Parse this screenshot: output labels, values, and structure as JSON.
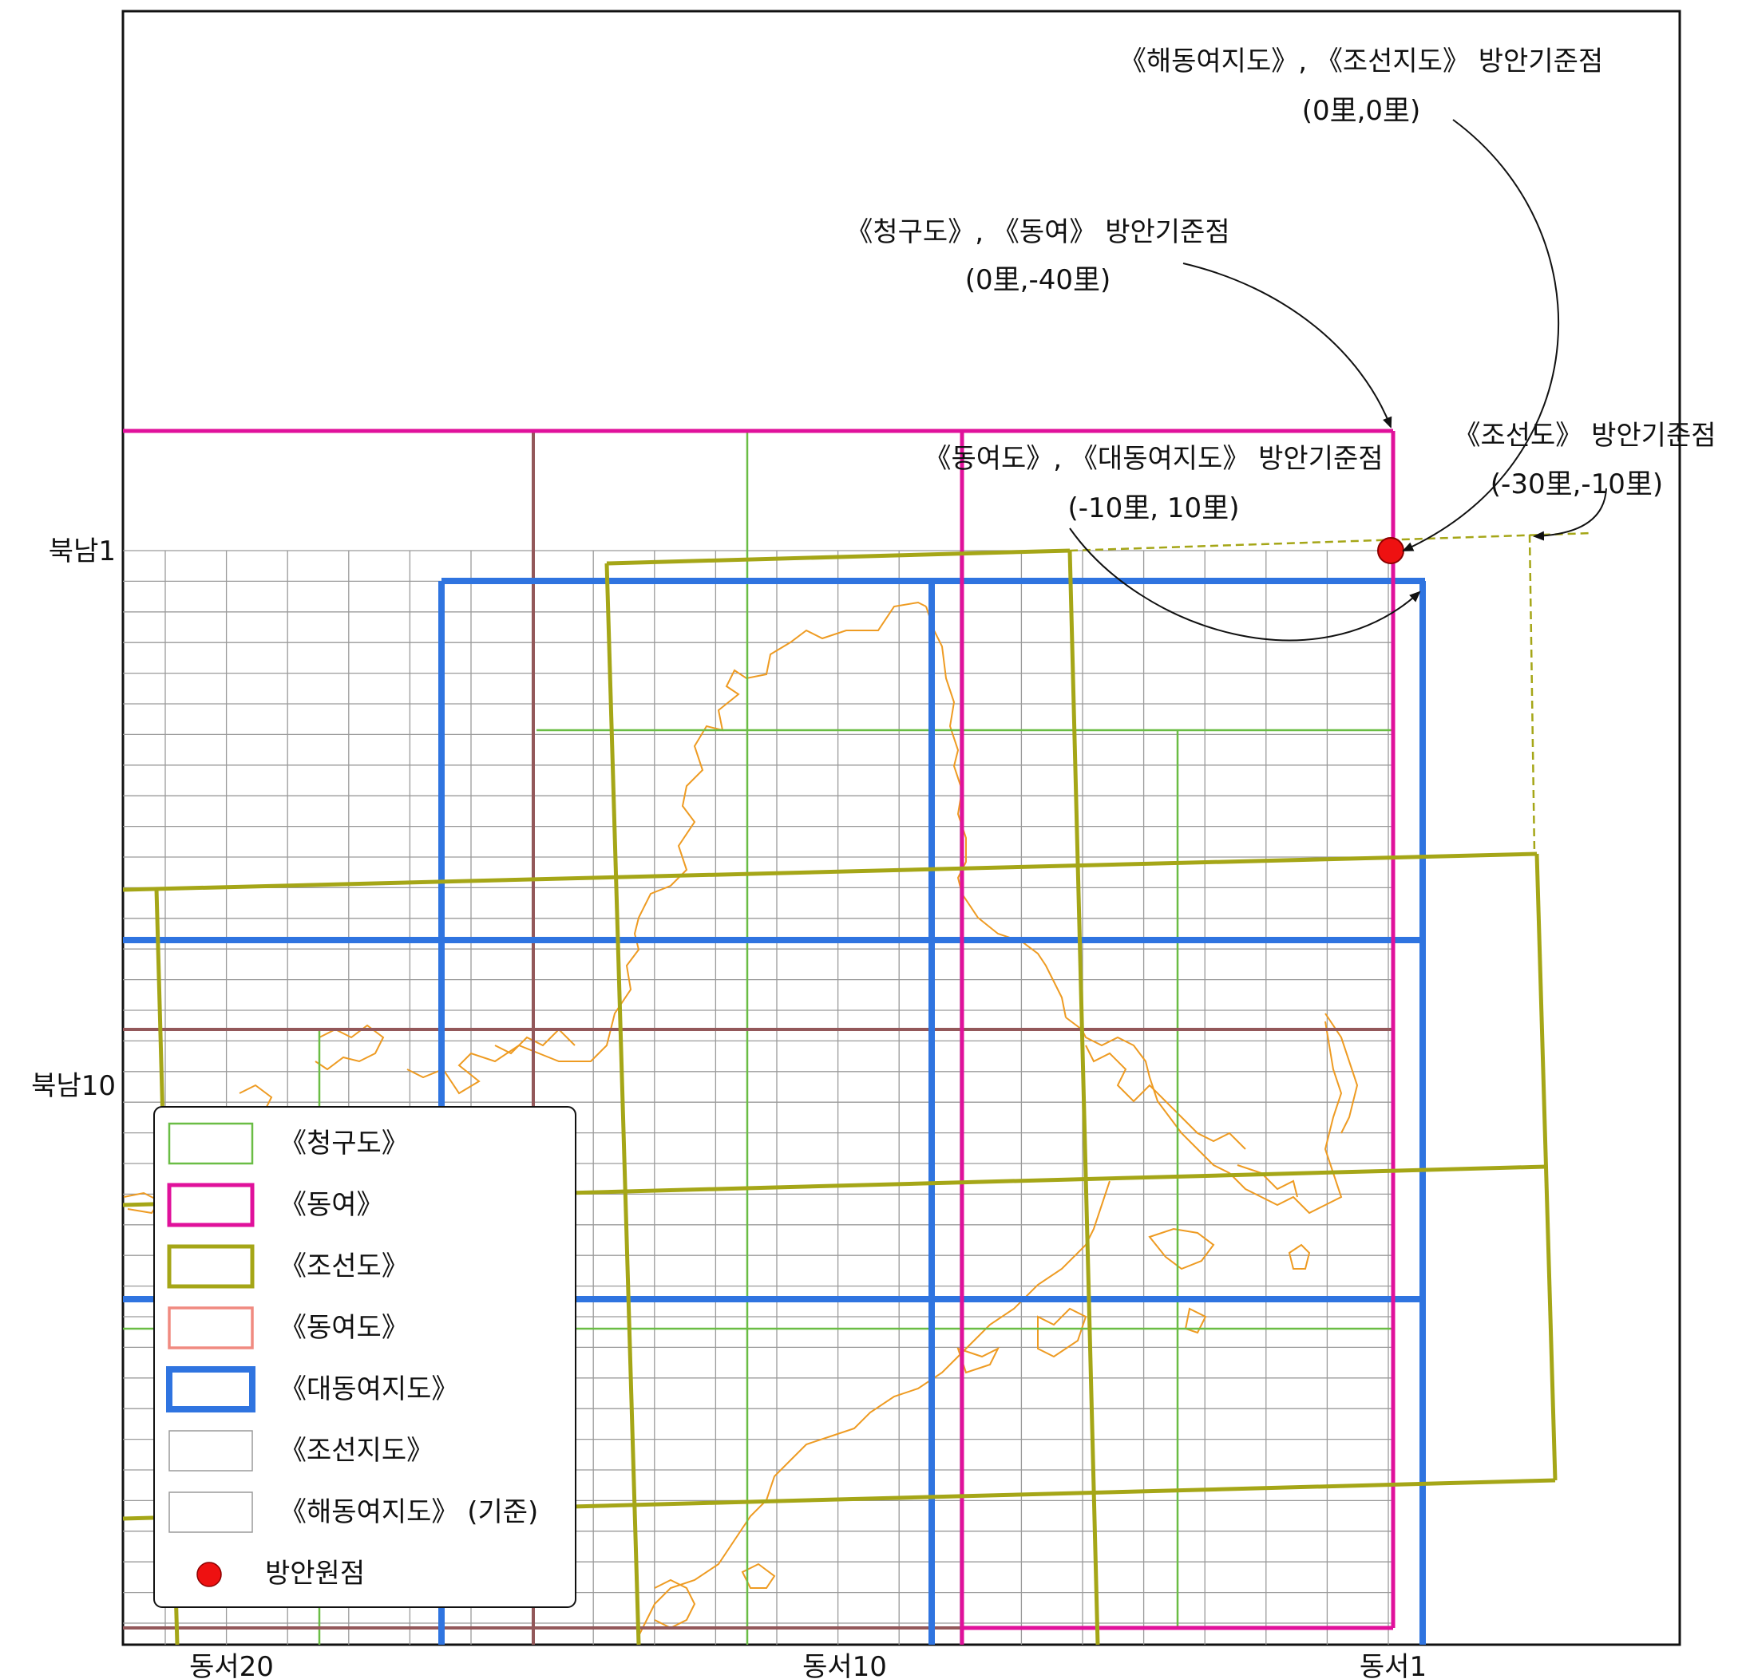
{
  "axes": {
    "y_ticks": [
      "북남1",
      "북남10"
    ],
    "x_ticks": [
      "동서20",
      "동서10",
      "동서1"
    ]
  },
  "annotations": [
    {
      "id": "haedong",
      "line1": "《해동여지도》, 《조선지도》 방안기준점",
      "line2": "(0里,0里)"
    },
    {
      "id": "cheonggu",
      "line1": "《청구도》, 《동여》 방안기준점",
      "line2": "(0里,-40里)"
    },
    {
      "id": "dongyeodo",
      "line1": "《동여도》, 《대동여지도》 방안기준점",
      "line2": "(-10里, 10里)"
    },
    {
      "id": "joseondo",
      "line1": "《조선도》 방안기준점",
      "line2": "(-30里,-10里)"
    }
  ],
  "legend": {
    "items": [
      {
        "label": "《청구도》",
        "color": "#6abd45"
      },
      {
        "label": "《동여》",
        "color": "#e0119b"
      },
      {
        "label": "《조선도》",
        "color": "#a5a617"
      },
      {
        "label": "《동여도》",
        "color": "#f08a80"
      },
      {
        "label": "《대동여지도》",
        "color": "#2f74e0"
      },
      {
        "label": "《조선지도》",
        "color": "#9a9a9a"
      },
      {
        "label": "《해동여지도》 (기준)",
        "color": "#9a9a9a"
      },
      {
        "label": "방안원점",
        "color": "#ee1111"
      }
    ]
  },
  "colors": {
    "cheonggu": "#6abd45",
    "dongyeo": "#e0119b",
    "joseondo": "#a5a617",
    "dongyeodo": "#93585a",
    "daedong": "#2f74e0",
    "grid": "#9a9a9a",
    "coast": "#ee9b22",
    "origin": "#ee1111"
  }
}
